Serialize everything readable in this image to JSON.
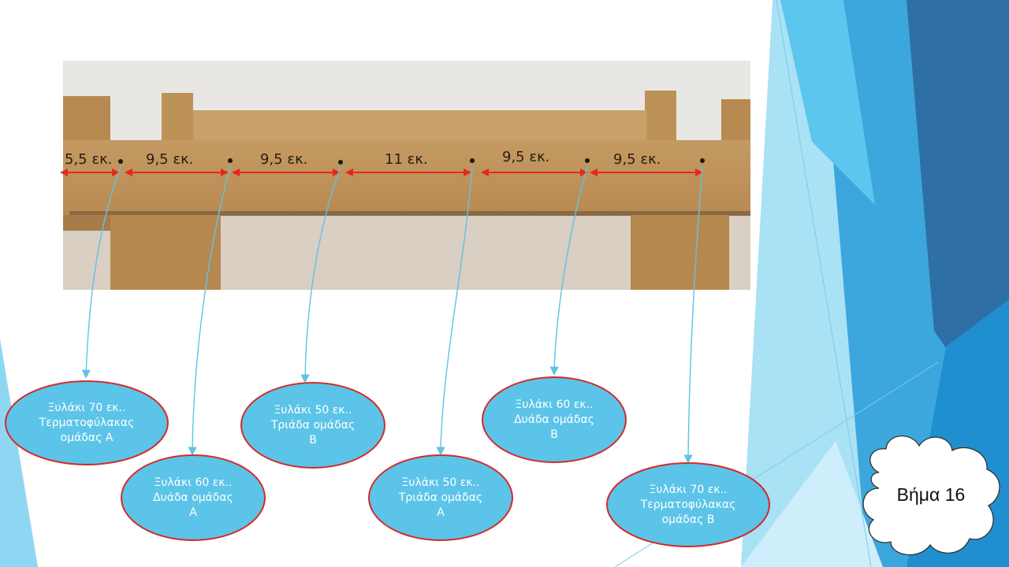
{
  "colors": {
    "ellipse_fill": "#5bc4e8",
    "ellipse_stroke": "#d42a2a",
    "connector": "#5fc3e4",
    "arrow": "#e8261c",
    "accent_dark": "#2e6fa5",
    "accent_mid": "#3ba7dc",
    "accent_light": "#8fd6f2"
  },
  "photo": {
    "description_icon": "cardboard-box-photo",
    "measurements": [
      "5,5 εκ.",
      "9,5 εκ.",
      "9,5 εκ.",
      "11 εκ.",
      "9,5 εκ.",
      "9,5 εκ."
    ]
  },
  "ellipses": [
    {
      "text": "Ξυλάκι 70 εκ..\nΤερματοφύλακας\nομάδας Α"
    },
    {
      "text": "Ξυλάκι 60 εκ..\nΔυάδα ομάδας\nΑ"
    },
    {
      "text": "Ξυλάκι 50 εκ..\nΤριάδα ομάδας\nΒ"
    },
    {
      "text": "Ξυλάκι 50 εκ..\nΤριάδα ομάδας\nΑ"
    },
    {
      "text": "Ξυλάκι 60 εκ..\nΔυάδα ομάδας\nΒ"
    },
    {
      "text": "Ξυλάκι 70 εκ..\nΤερματοφύλακας\nομάδας Β"
    }
  ],
  "step_label": "Βήμα 16"
}
